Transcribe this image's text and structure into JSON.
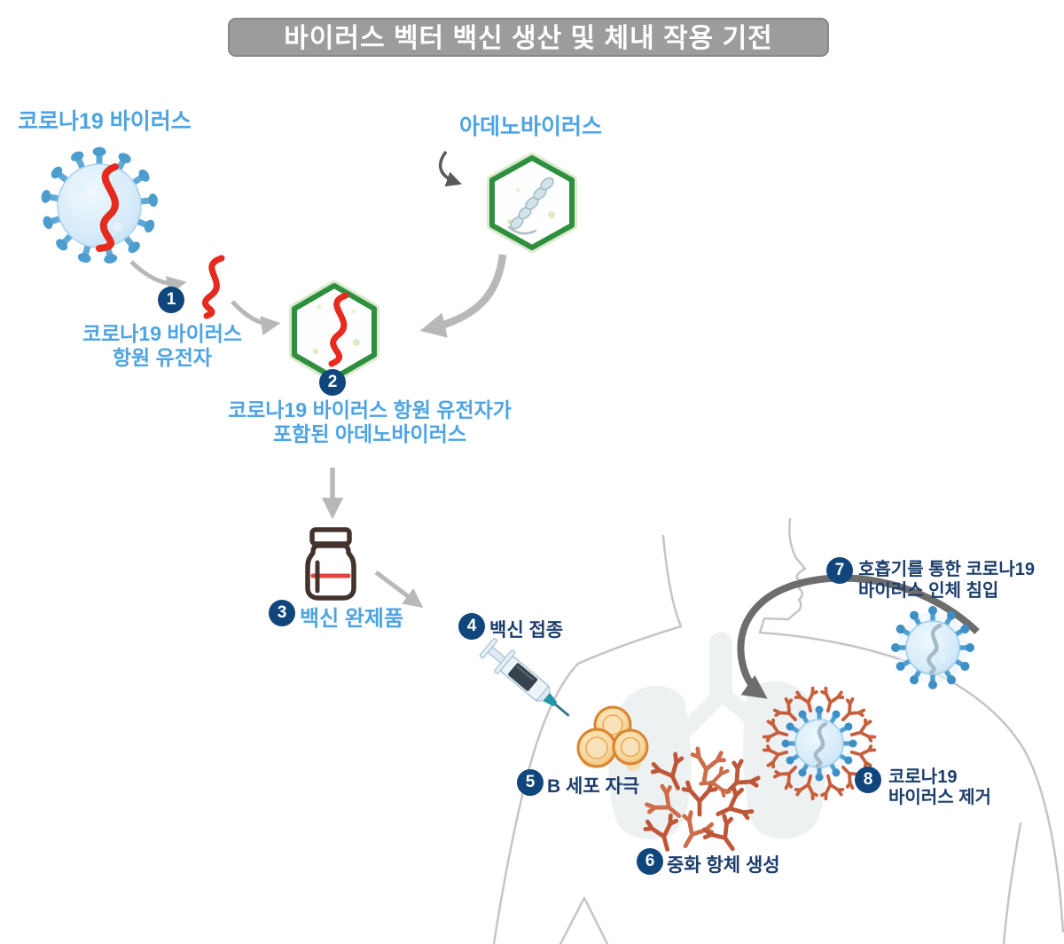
{
  "title": "바이러스 벡터 백신 생산 및 체내 작용 기전",
  "source_labels": {
    "corona": "코로나19 바이러스",
    "adeno": "아데노바이러스"
  },
  "steps": [
    {
      "num": "1",
      "lines": [
        "코로나19 바이러스",
        "항원 유전자"
      ]
    },
    {
      "num": "2",
      "lines": [
        "코로나19 바이러스 항원 유전자가",
        "포함된 아데노바이러스"
      ]
    },
    {
      "num": "3",
      "lines": [
        "백신 완제품"
      ]
    },
    {
      "num": "4",
      "lines": [
        "백신 접종"
      ]
    },
    {
      "num": "5",
      "lines": [
        "B 세포 자극"
      ]
    },
    {
      "num": "6",
      "lines": [
        "중화 항체 생성"
      ]
    },
    {
      "num": "7",
      "lines": [
        "호흡기를 통한 코로나19",
        "바이러스 인체 침입"
      ]
    },
    {
      "num": "8",
      "lines": [
        "코로나19",
        "바이러스 제거"
      ]
    }
  ],
  "icons": {
    "coronavirus-icon": "spiked blue sphere with red RNA strand",
    "rna-icon": "red squiggle strand",
    "adenovirus-icon": "green hexagon capsid with DNA beads",
    "vector-virus-icon": "green hexagon capsid with red RNA strand",
    "vial-icon": "vaccine vial with red fill line",
    "syringe-icon": "syringe with teal needle",
    "b-cell-icon": "three orange cells",
    "antibody-icon": "orange Y-shaped antibody",
    "invading-virus-icon": "blue coronavirus entering body",
    "neutralized-virus-icon": "blue coronavirus covered by antibodies",
    "body-silhouette": "gray outline of human upper body with lungs"
  },
  "colors": {
    "label_blue": "#4da4e4",
    "label_navy": "#1d3e6c",
    "badge_navy": "#10467c",
    "title_bg": "#9c9c9c",
    "virus_spike_blue": "#5ea9d6",
    "virus_body_blue": "#d6ebf9",
    "rna_red": "#e62a1e",
    "hexagon_green": "#2e8f3e",
    "antibody_rust": "#bf5637",
    "bcell_orange": "#eda74e",
    "vial_outline": "#44332c",
    "arrow_gray": "#b8b8b8",
    "arrow_dark": "#6d6d6d",
    "body_outline_gray": "#c5c5c5",
    "lung_gray": "#eef1f2"
  }
}
